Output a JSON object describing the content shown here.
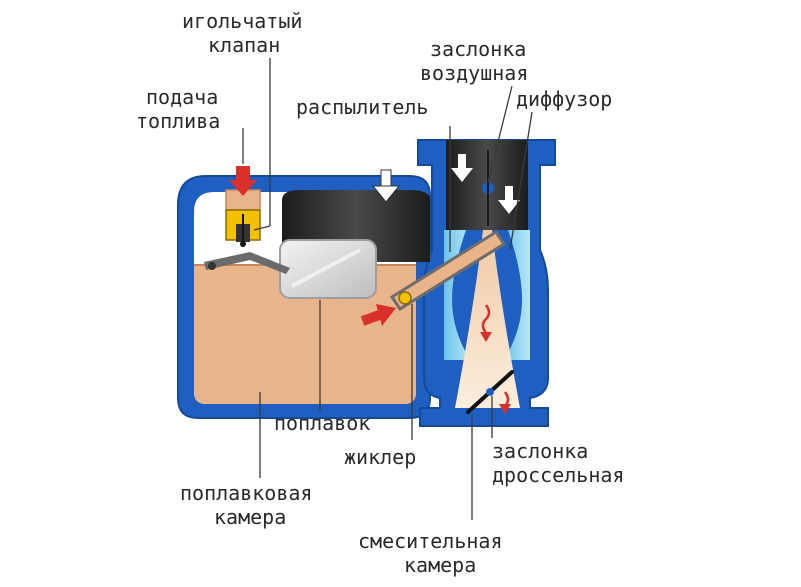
{
  "labels": {
    "needle_valve": [
      "игольчатый",
      "клапан"
    ],
    "fuel_supply": [
      "подача",
      "топлива"
    ],
    "atomizer": "распылитель",
    "air_damper": [
      "заслонка",
      "воздушная"
    ],
    "diffuser": "диффузор",
    "float": "поплавок",
    "jet": "жиклер",
    "throttle_damper": [
      "заслонка",
      "дроссельная"
    ],
    "float_chamber": [
      "поплавковая",
      "камера"
    ],
    "mixing_chamber": [
      "смесительная",
      "камера"
    ]
  },
  "colors": {
    "housing_blue": "#1f5fc2",
    "housing_dark": "#154a9a",
    "fuel": "#e9b48a",
    "fuel_line": "#c8865a",
    "float_gray": "#d8d8d8",
    "cylinder_dark": "#2f2f2f",
    "diffuser_light": "#8ed2ee",
    "arrow_red": "#d9302b",
    "valve_yellow": "#f2c200",
    "label_text": "#2a2a2a"
  },
  "icons": {
    "air_flow_arrow": "white-down-arrow",
    "fuel_flow_arrow": "red-right-arrow",
    "mixture_flow_arrow": "red-curly-down-arrow"
  }
}
